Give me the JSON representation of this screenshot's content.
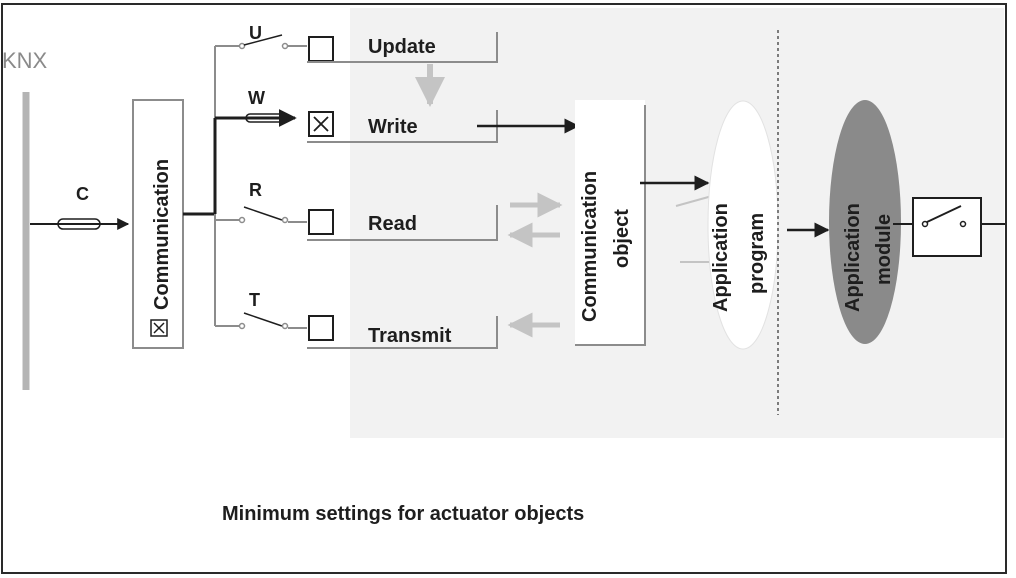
{
  "bus_label": "KNX",
  "bus_signal_label": "C",
  "communication_label": "Communication",
  "flags": [
    {
      "letter": "U",
      "name": "Update",
      "checked": false
    },
    {
      "letter": "W",
      "name": "Write",
      "checked": true
    },
    {
      "letter": "R",
      "name": "Read",
      "checked": false
    },
    {
      "letter": "T",
      "name": "Transmit",
      "checked": false
    }
  ],
  "communication_object_lines": [
    "Communication",
    "object"
  ],
  "application_program_lines": [
    "Application",
    "program"
  ],
  "application_module_lines": [
    "Application",
    "module"
  ],
  "caption": "Minimum settings for actuator objects",
  "colors": {
    "ink": "#1e1e1e",
    "faded_arrow": "#c4c4c4",
    "module_fill": "#8a8a8a",
    "panel_shade": "#f2f2f2",
    "line_gray": "#8c8c8c"
  }
}
